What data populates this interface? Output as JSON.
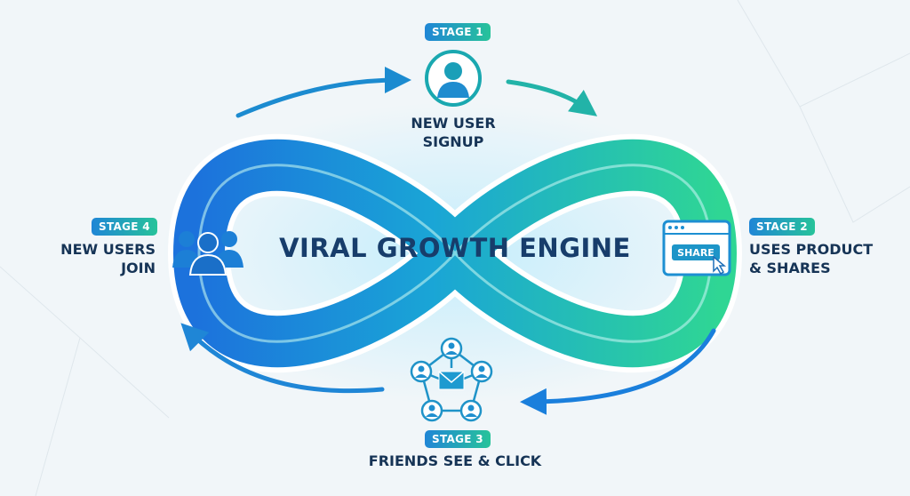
{
  "title": "VIRAL GROWTH ENGINE",
  "stages": [
    {
      "badge": "STAGE 1",
      "label_line1": "NEW USER",
      "label_line2": "SIGNUP",
      "icon": "user-icon"
    },
    {
      "badge": "STAGE 2",
      "label_line1": "USES PRODUCT",
      "label_line2": "& SHARES",
      "icon": "browser-share-icon",
      "button_text": "SHARE"
    },
    {
      "badge": "STAGE 3",
      "label_line1": "FRIENDS SEE & CLICK",
      "icon": "network-email-icon"
    },
    {
      "badge": "STAGE 4",
      "label_line1": "NEW USERS",
      "label_line2": "JOIN",
      "icon": "group-icon"
    }
  ],
  "colors": {
    "blue": "#1e7fe0",
    "green": "#2fd18f",
    "text": "#163456"
  }
}
